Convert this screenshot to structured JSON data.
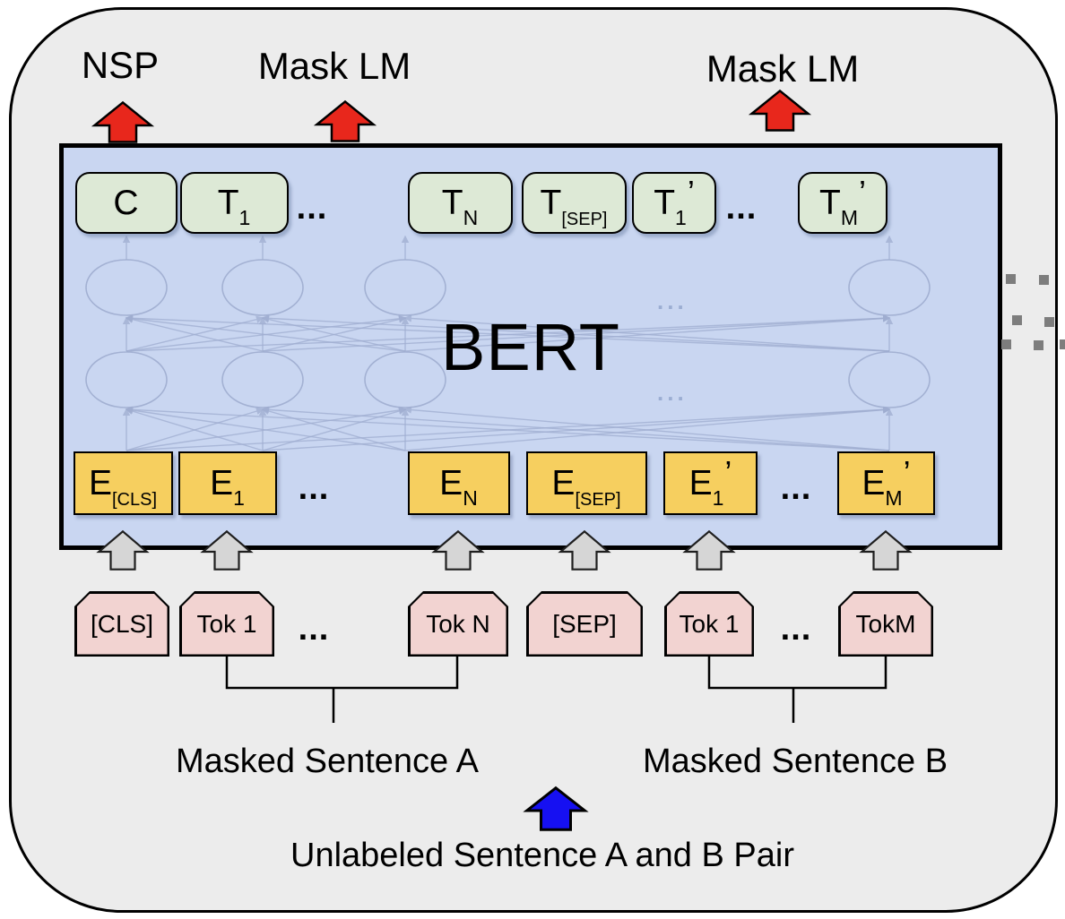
{
  "top_labels": {
    "nsp": "NSP",
    "mask_lm_left": "Mask LM",
    "mask_lm_right": "Mask LM"
  },
  "model": {
    "name": "BERT"
  },
  "ellipsis": "...",
  "output_row": [
    {
      "main": "C",
      "sub": "",
      "prime": ""
    },
    {
      "main": "T",
      "sub": "1",
      "prime": ""
    },
    {
      "main": "T",
      "sub": "N",
      "prime": ""
    },
    {
      "main": "T",
      "sub": "[SEP]",
      "prime": ""
    },
    {
      "main": "T",
      "sub": "1",
      "prime": "’"
    },
    {
      "main": "T",
      "sub": "M",
      "prime": "’"
    }
  ],
  "embedding_row": [
    {
      "main": "E",
      "sub": "[CLS]",
      "prime": ""
    },
    {
      "main": "E",
      "sub": "1",
      "prime": ""
    },
    {
      "main": "E",
      "sub": "N",
      "prime": ""
    },
    {
      "main": "E",
      "sub": "[SEP]",
      "prime": ""
    },
    {
      "main": "E",
      "sub": "1",
      "prime": "’"
    },
    {
      "main": "E",
      "sub": "M",
      "prime": "’"
    }
  ],
  "token_row": [
    "[CLS]",
    "Tok 1",
    "Tok N",
    "[SEP]",
    "Tok 1",
    "TokM"
  ],
  "bottom_labels": {
    "sentence_a": "Masked Sentence A",
    "sentence_b": "Masked Sentence B",
    "input": "Unlabeled Sentence A and B Pair"
  },
  "colors": {
    "panel_bg": "#ececec",
    "bert_bg": "#c9d6f1",
    "output_box": "#dde9d6",
    "embedding_box": "#f6cf5f",
    "token_box": "#f2d3d1",
    "arrow_red": "#e8271c",
    "arrow_blue": "#1610f2",
    "arrow_gray": "#d6d6d6",
    "network_line": "#9fadd0",
    "dot_square": "#7d7d7d"
  }
}
